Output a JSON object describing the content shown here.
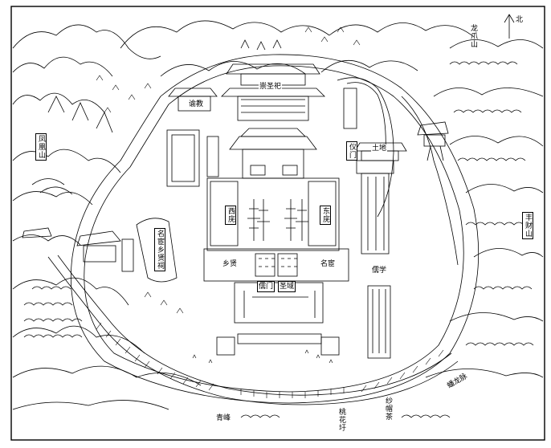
{
  "map": {
    "labels": {
      "chongsheng_temple": "崇圣祀",
      "yujiao": "谕教",
      "xihu": "西庑",
      "donghu": "东庑",
      "yimen": "仪门",
      "tudi": "土地",
      "fenghuang_mountain": "凤凰山",
      "fengcai_mountain": "丰财山",
      "longzhao_mountain": "龙爪山",
      "minghuan_xiangxian": "名宦乡贤祠",
      "xiangxian": "乡贤",
      "minghuan": "名宦",
      "rumen": "儒门",
      "shengyu": "圣域",
      "ruxue": "儒学",
      "qingfeng": "青峰",
      "taohuaxu": "桃花圩",
      "shamaochi": "纱帽茶",
      "ridge_road": "蟠龙脉",
      "north_marker": "北"
    },
    "line_color": "#000000",
    "paper_color": "#ffffff"
  }
}
